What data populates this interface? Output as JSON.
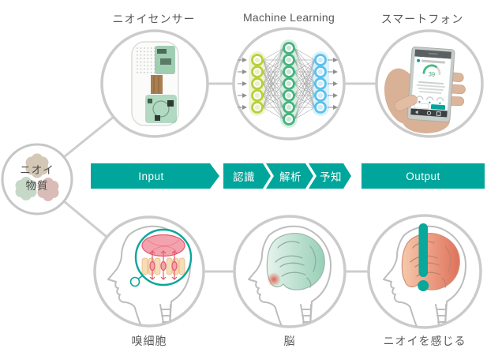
{
  "accent_color": "#00a69b",
  "circle_border_color": "#cbcbcb",
  "source": {
    "line1": "ニオイ",
    "line2": "物質"
  },
  "top_row": {
    "sensor": {
      "label": "ニオイセンサー"
    },
    "ml": {
      "label": "Machine Learning"
    },
    "phone": {
      "label": "スマートフォン",
      "gauge_value": "39"
    }
  },
  "flow": {
    "input": "Input",
    "steps": [
      "認識",
      "解析",
      "予知"
    ],
    "output": "Output"
  },
  "bottom_row": {
    "olfactory": {
      "label": "嗅細胞"
    },
    "brain": {
      "label": "脳"
    },
    "feel": {
      "label": "ニオイを感じる"
    }
  },
  "neural_network": {
    "layers": [
      5,
      7,
      5
    ],
    "colors": [
      "#b9cf3c",
      "#47b37c",
      "#5bc1ee"
    ]
  }
}
